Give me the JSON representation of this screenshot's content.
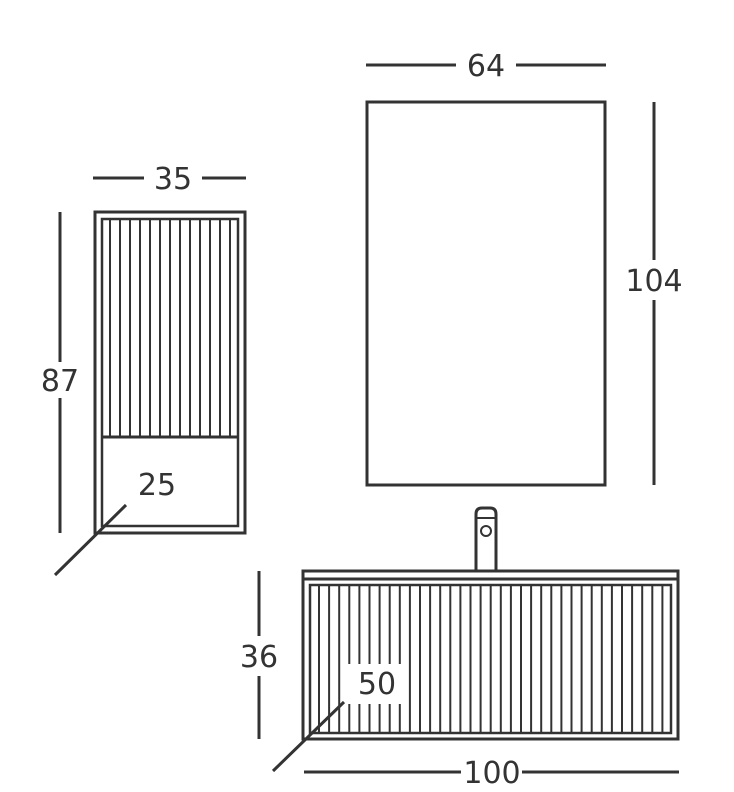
{
  "colors": {
    "line": "#333333",
    "background": "#ffffff"
  },
  "side_cabinet": {
    "width_label": "35",
    "height_label": "87",
    "depth_label": "25"
  },
  "mirror": {
    "width_label": "64",
    "height_label": "104"
  },
  "vanity": {
    "height_label": "36",
    "depth_label": "50",
    "width_label": "100"
  }
}
